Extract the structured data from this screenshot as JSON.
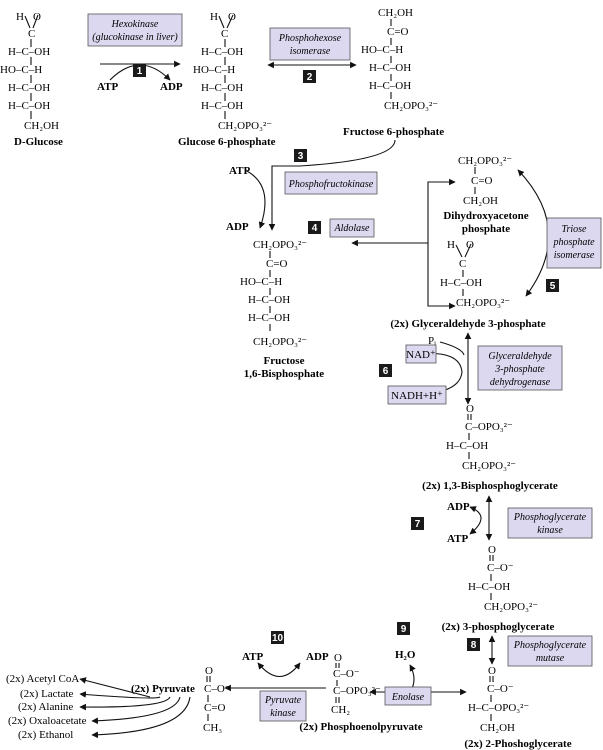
{
  "compounds": {
    "glucose": {
      "name": "D-Glucose",
      "lines": [
        "H    O",
        "H–C–OH",
        "HO–C–H",
        "H–C–OH",
        "H–C–OH",
        "CH₂OH"
      ]
    },
    "g6p": {
      "name": "Glucose 6-phosphate",
      "lines": [
        "H    O",
        "H–C–OH",
        "HO–C–H",
        "H–C–OH",
        "H–C–OH",
        "CH₂OPO₃²⁻"
      ]
    },
    "f6p": {
      "name": "Fructose 6-phosphate",
      "lines": [
        "CH₂OH",
        "C=O",
        "HO–C–H",
        "H–C–OH",
        "H–C–OH",
        "CH₂OPO₃²⁻"
      ]
    },
    "f16bp": {
      "name": "Fructose",
      "name2": "1,6-Bisphosphate",
      "lines": [
        "CH₂OPO₃²⁻",
        "C=O",
        "HO–C–H",
        "H–C–OH",
        "H–C–OH",
        "CH₂OPO₃²⁻"
      ]
    },
    "dhap": {
      "name": "Dihydroxyacetone",
      "name2": "phosphate",
      "lines": [
        "CH₂OPO₃²⁻",
        "C=O",
        "CH₂OH"
      ]
    },
    "gap": {
      "name": "(2x) Glyceraldehyde 3-phosphate",
      "lines": [
        "H    O",
        "C",
        "H–C–OH",
        "CH₂OPO₃²⁻"
      ]
    },
    "bpg": {
      "name": "(2x) 1,3-Bisphosphoglycerate",
      "lines": [
        "O",
        "C–OPO₃²⁻",
        "H–C–OH",
        "CH₂OPO₃²⁻"
      ]
    },
    "pg3": {
      "name": "(2x) 3-phosphoglycerate",
      "lines": [
        "O",
        "C–O⁻",
        "H–C–OH",
        "CH₂OPO₃²⁻"
      ]
    },
    "pg2": {
      "name": "(2x) 2-Phoshoglycerate",
      "lines": [
        "O",
        "C–O⁻",
        "H–C–OPO₃²⁻",
        "CH₂OH"
      ]
    },
    "pep": {
      "name": "(2x) Phosphoenolpyruvate",
      "lines": [
        "O",
        "C–O⁻",
        "C–OPO₃²⁻",
        "CH₂"
      ]
    },
    "pyruvate": {
      "name": "(2x) Pyruvate",
      "lines": [
        "O",
        "C–O⁻",
        "C=O",
        "CH₃"
      ]
    }
  },
  "enzymes": {
    "hexokinase": "Hexokinase",
    "hexokinase_note": "(glucokinase in liver)",
    "phi_1": "Phosphohexose",
    "phi_2": "isomerase",
    "pfk": "Phosphofructokinase",
    "aldolase": "Aldolase",
    "tpi_1": "Triose",
    "tpi_2": "phosphate",
    "tpi_3": "isomerase",
    "gapdh_1": "Glyceraldehyde",
    "gapdh_2": "3-phosphate",
    "gapdh_3": "dehydrogenase",
    "pgk_1": "Phosphoglycerate",
    "pgk_2": "kinase",
    "pgm_1": "Phosphoglycerate",
    "pgm_2": "mutase",
    "enolase": "Enolase",
    "pk_1": "Pyruvate",
    "pk_2": "kinase"
  },
  "steps": [
    "1",
    "2",
    "3",
    "4",
    "5",
    "6",
    "7",
    "8",
    "9",
    "10"
  ],
  "cofactors": {
    "atp": "ATP",
    "adp": "ADP",
    "pi": "Pᵢ",
    "nad": "NAD⁺",
    "nadh": "NADH+H⁺",
    "h2o": "H₂O"
  },
  "pyruvate_fates": [
    "(2x) Acetyl CoA",
    "(2x) Lactate",
    "(2x) Alanine",
    "(2x) Oxaloacetate",
    "(2x) Ethanol"
  ]
}
